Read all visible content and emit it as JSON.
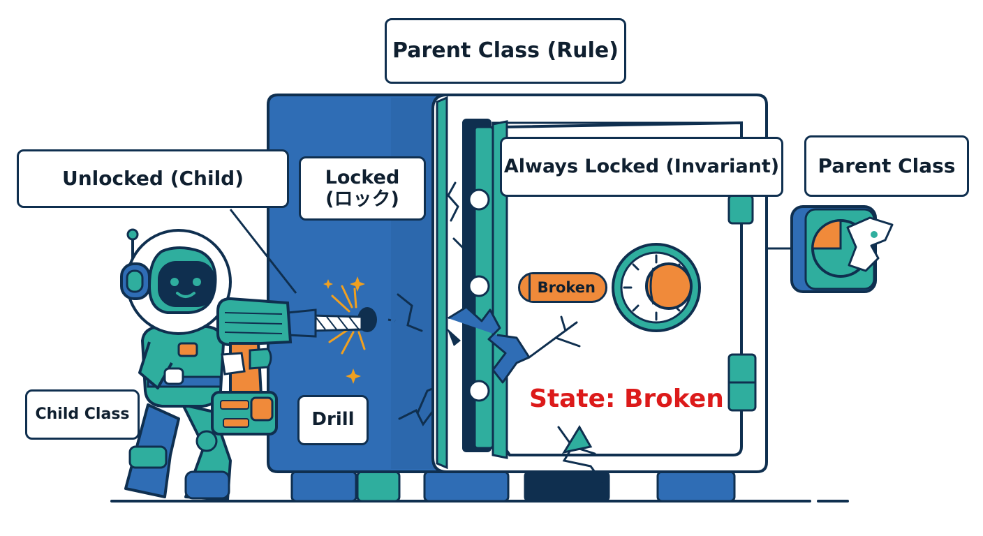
{
  "labels": {
    "parent_rule": "Parent Class (Rule)",
    "unlocked_child": "Unlocked (Child)",
    "locked_line1": "Locked",
    "locked_line2": "(ロック)",
    "always_locked": "Always Locked (Invariant)",
    "parent_class": "Parent Class",
    "broken": "Broken",
    "state": "State: Broken",
    "child_class": "Child Class",
    "drill": "Drill"
  },
  "colors": {
    "outline": "#0f2f4f",
    "safe_blue": "#2f6db5",
    "teal": "#2fae9e",
    "orange": "#f08a3a",
    "alert_red": "#dc1a1a"
  }
}
